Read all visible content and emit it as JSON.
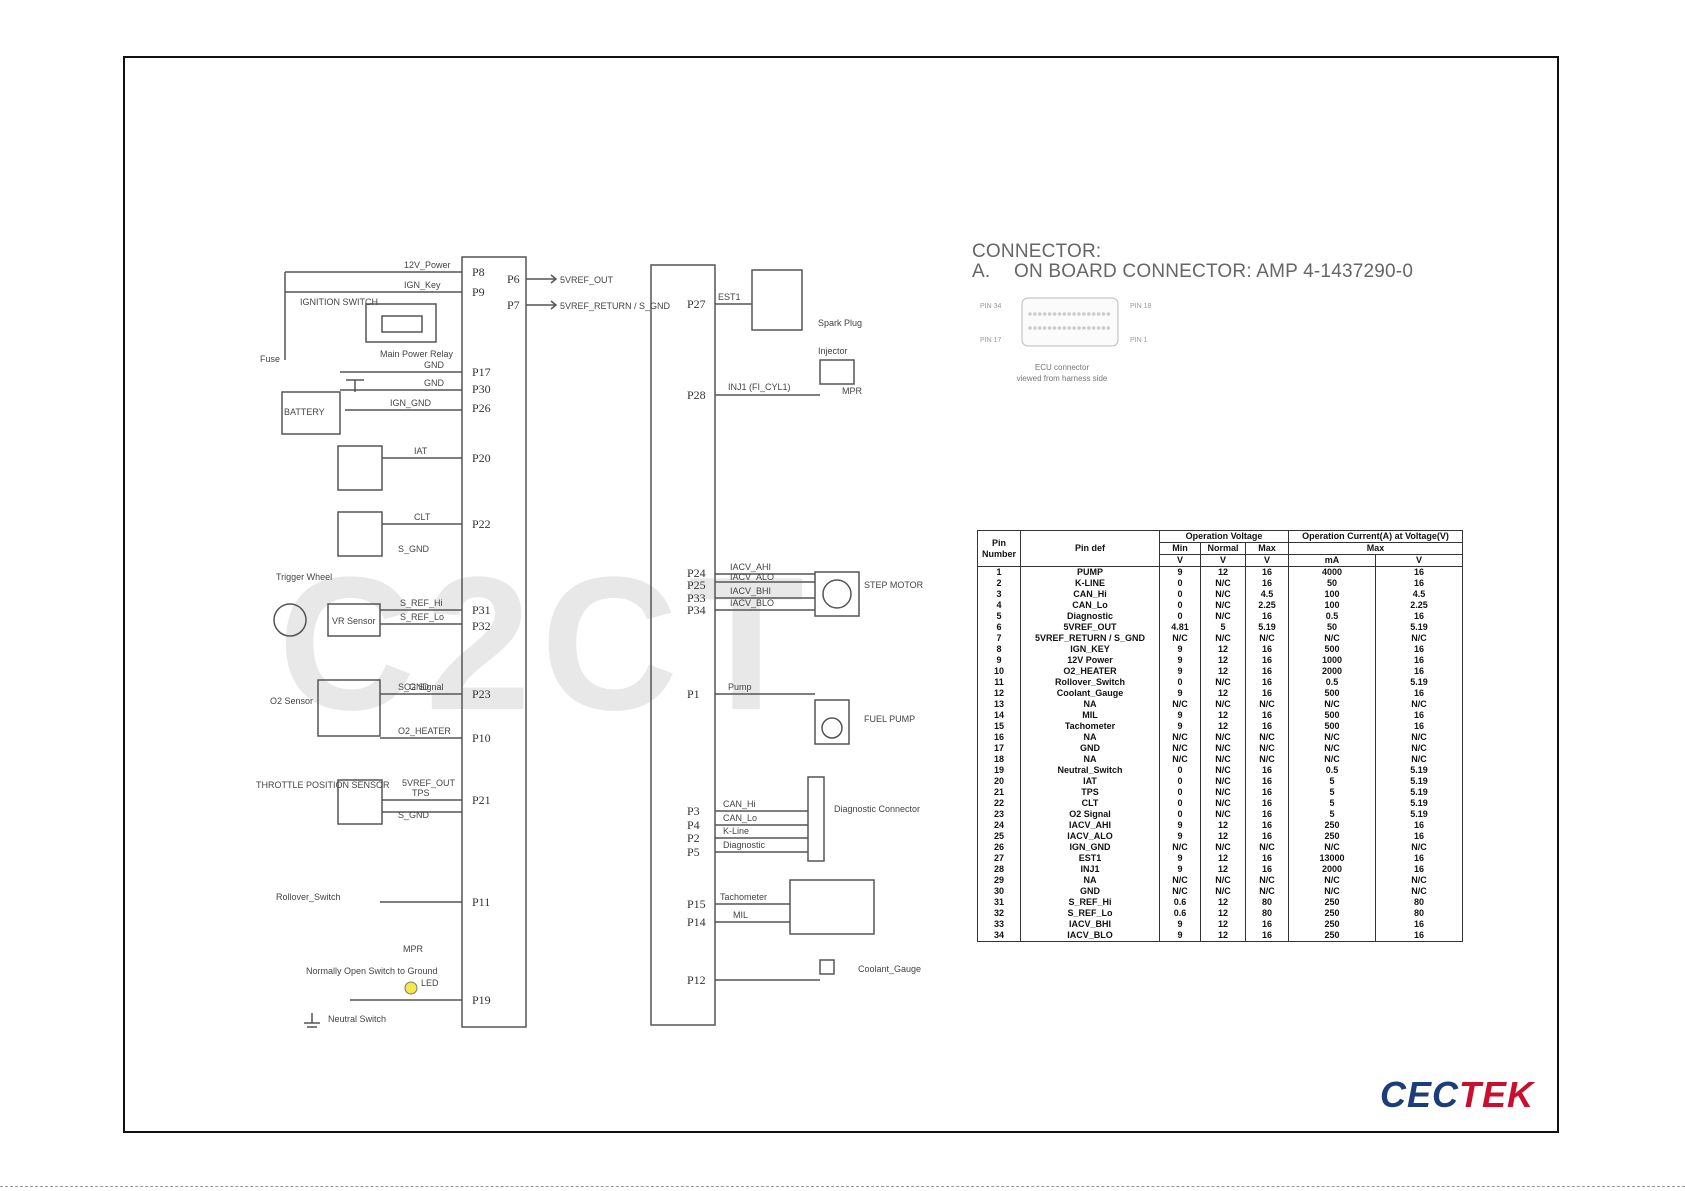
{
  "page": {
    "logo_text": "CECTEK",
    "logo_part1": "CEC",
    "logo_part2": "TEK",
    "watermark": "C2CT"
  },
  "connector": {
    "heading": "CONNECTOR:",
    "item_letter": "A.",
    "item_text": "ON BOARD CONNECTOR: AMP 4-1437290-0",
    "caption_line1": "ECU connector",
    "caption_line2": "viewed from harness side",
    "pin_labels": [
      "PIN 34",
      "PIN 18",
      "PIN 17",
      "PIN 1"
    ]
  },
  "schematic": {
    "left_module_pins": [
      "P8",
      "P9",
      "P17",
      "P30",
      "P26",
      "P20",
      "P22",
      "P31",
      "P32",
      "P23",
      "P10",
      "P21",
      "P11",
      "P19"
    ],
    "left_out_pins": [
      {
        "pin": "P6",
        "signal": "5VREF_OUT"
      },
      {
        "pin": "P7",
        "signal": "5VREF_RETURN / S_GND"
      }
    ],
    "left_signals": [
      "12V_Power",
      "IGN_Key",
      "GND",
      "GND",
      "IGN_GND",
      "IAT",
      "CLT",
      "S_REF_Hi",
      "S_REF_Lo",
      "O2 Signal",
      "O2_HEATER",
      "5VREF_OUT",
      "TPS",
      "S_GND",
      "S_GND",
      "S_GND"
    ],
    "left_components": [
      "IGNITION SWITCH",
      "Main Power Relay",
      "Fuse",
      "BATTERY",
      "Trigger Wheel",
      "VR Sensor",
      "O2 Sensor",
      "THROTTLE POSITION SENSOR",
      "Rollover_Switch",
      "Normally Open Switch to Ground",
      "Neutral Switch",
      "LED",
      "MPR"
    ],
    "right_module_pins": [
      "P27",
      "P28",
      "P24",
      "P25",
      "P33",
      "P34",
      "P1",
      "P3",
      "P4",
      "P2",
      "P5",
      "P15",
      "P14",
      "P12"
    ],
    "right_signals": [
      "EST1",
      "INJ1 (FI_CYL1)",
      "IACV_AHI",
      "IACV_ALO",
      "IACV_BHI",
      "IACV_BLO",
      "Pump",
      "CAN_Hi",
      "CAN_Lo",
      "K-Line",
      "Diagnostic",
      "Tachometer",
      "MIL"
    ],
    "right_components": [
      "Spark Plug",
      "Injector",
      "STEP MOTOR",
      "FUEL PUMP",
      "Diagnostic Connector",
      "Coolant_Gauge",
      "MPR"
    ]
  },
  "table": {
    "headers": {
      "pin": "Pin Number",
      "pindef": "Pin def",
      "opvolt": "Operation Voltage",
      "opcurr": "Operation Current(A) at Voltage(V)",
      "min": "Min",
      "normal": "Normal",
      "max": "Max",
      "max2": "Max",
      "v1": "V",
      "v2": "V",
      "v3": "V",
      "ma": "mA",
      "v4": "V"
    },
    "rows": [
      [
        "1",
        "PUMP",
        "9",
        "12",
        "16",
        "4000",
        "16"
      ],
      [
        "2",
        "K-LINE",
        "0",
        "N/C",
        "16",
        "50",
        "16"
      ],
      [
        "3",
        "CAN_Hi",
        "0",
        "N/C",
        "4.5",
        "100",
        "4.5"
      ],
      [
        "4",
        "CAN_Lo",
        "0",
        "N/C",
        "2.25",
        "100",
        "2.25"
      ],
      [
        "5",
        "Diagnostic",
        "0",
        "N/C",
        "16",
        "0.5",
        "16"
      ],
      [
        "6",
        "5VREF_OUT",
        "4.81",
        "5",
        "5.19",
        "50",
        "5.19"
      ],
      [
        "7",
        "5VREF_RETURN / S_GND",
        "N/C",
        "N/C",
        "N/C",
        "N/C",
        "N/C"
      ],
      [
        "8",
        "IGN_KEY",
        "9",
        "12",
        "16",
        "500",
        "16"
      ],
      [
        "9",
        "12V Power",
        "9",
        "12",
        "16",
        "1000",
        "16"
      ],
      [
        "10",
        "O2_HEATER",
        "9",
        "12",
        "16",
        "2000",
        "16"
      ],
      [
        "11",
        "Rollover_Switch",
        "0",
        "N/C",
        "16",
        "0.5",
        "5.19"
      ],
      [
        "12",
        "Coolant_Gauge",
        "9",
        "12",
        "16",
        "500",
        "16"
      ],
      [
        "13",
        "NA",
        "N/C",
        "N/C",
        "N/C",
        "N/C",
        "N/C"
      ],
      [
        "14",
        "MIL",
        "9",
        "12",
        "16",
        "500",
        "16"
      ],
      [
        "15",
        "Tachometer",
        "9",
        "12",
        "16",
        "500",
        "16"
      ],
      [
        "16",
        "NA",
        "N/C",
        "N/C",
        "N/C",
        "N/C",
        "N/C"
      ],
      [
        "17",
        "GND",
        "N/C",
        "N/C",
        "N/C",
        "N/C",
        "N/C"
      ],
      [
        "18",
        "NA",
        "N/C",
        "N/C",
        "N/C",
        "N/C",
        "N/C"
      ],
      [
        "19",
        "Neutral_Switch",
        "0",
        "N/C",
        "16",
        "0.5",
        "5.19"
      ],
      [
        "20",
        "IAT",
        "0",
        "N/C",
        "16",
        "5",
        "5.19"
      ],
      [
        "21",
        "TPS",
        "0",
        "N/C",
        "16",
        "5",
        "5.19"
      ],
      [
        "22",
        "CLT",
        "0",
        "N/C",
        "16",
        "5",
        "5.19"
      ],
      [
        "23",
        "O2 Signal",
        "0",
        "N/C",
        "16",
        "5",
        "5.19"
      ],
      [
        "24",
        "IACV_AHI",
        "9",
        "12",
        "16",
        "250",
        "16"
      ],
      [
        "25",
        "IACV_ALO",
        "9",
        "12",
        "16",
        "250",
        "16"
      ],
      [
        "26",
        "IGN_GND",
        "N/C",
        "N/C",
        "N/C",
        "N/C",
        "N/C"
      ],
      [
        "27",
        "EST1",
        "9",
        "12",
        "16",
        "13000",
        "16"
      ],
      [
        "28",
        "INJ1",
        "9",
        "12",
        "16",
        "2000",
        "16"
      ],
      [
        "29",
        "NA",
        "N/C",
        "N/C",
        "N/C",
        "N/C",
        "N/C"
      ],
      [
        "30",
        "GND",
        "N/C",
        "N/C",
        "N/C",
        "N/C",
        "N/C"
      ],
      [
        "31",
        "S_REF_Hi",
        "0.6",
        "12",
        "80",
        "250",
        "80"
      ],
      [
        "32",
        "S_REF_Lo",
        "0.6",
        "12",
        "80",
        "250",
        "80"
      ],
      [
        "33",
        "IACV_BHI",
        "9",
        "12",
        "16",
        "250",
        "16"
      ],
      [
        "34",
        "IACV_BLO",
        "9",
        "12",
        "16",
        "250",
        "16"
      ]
    ]
  }
}
